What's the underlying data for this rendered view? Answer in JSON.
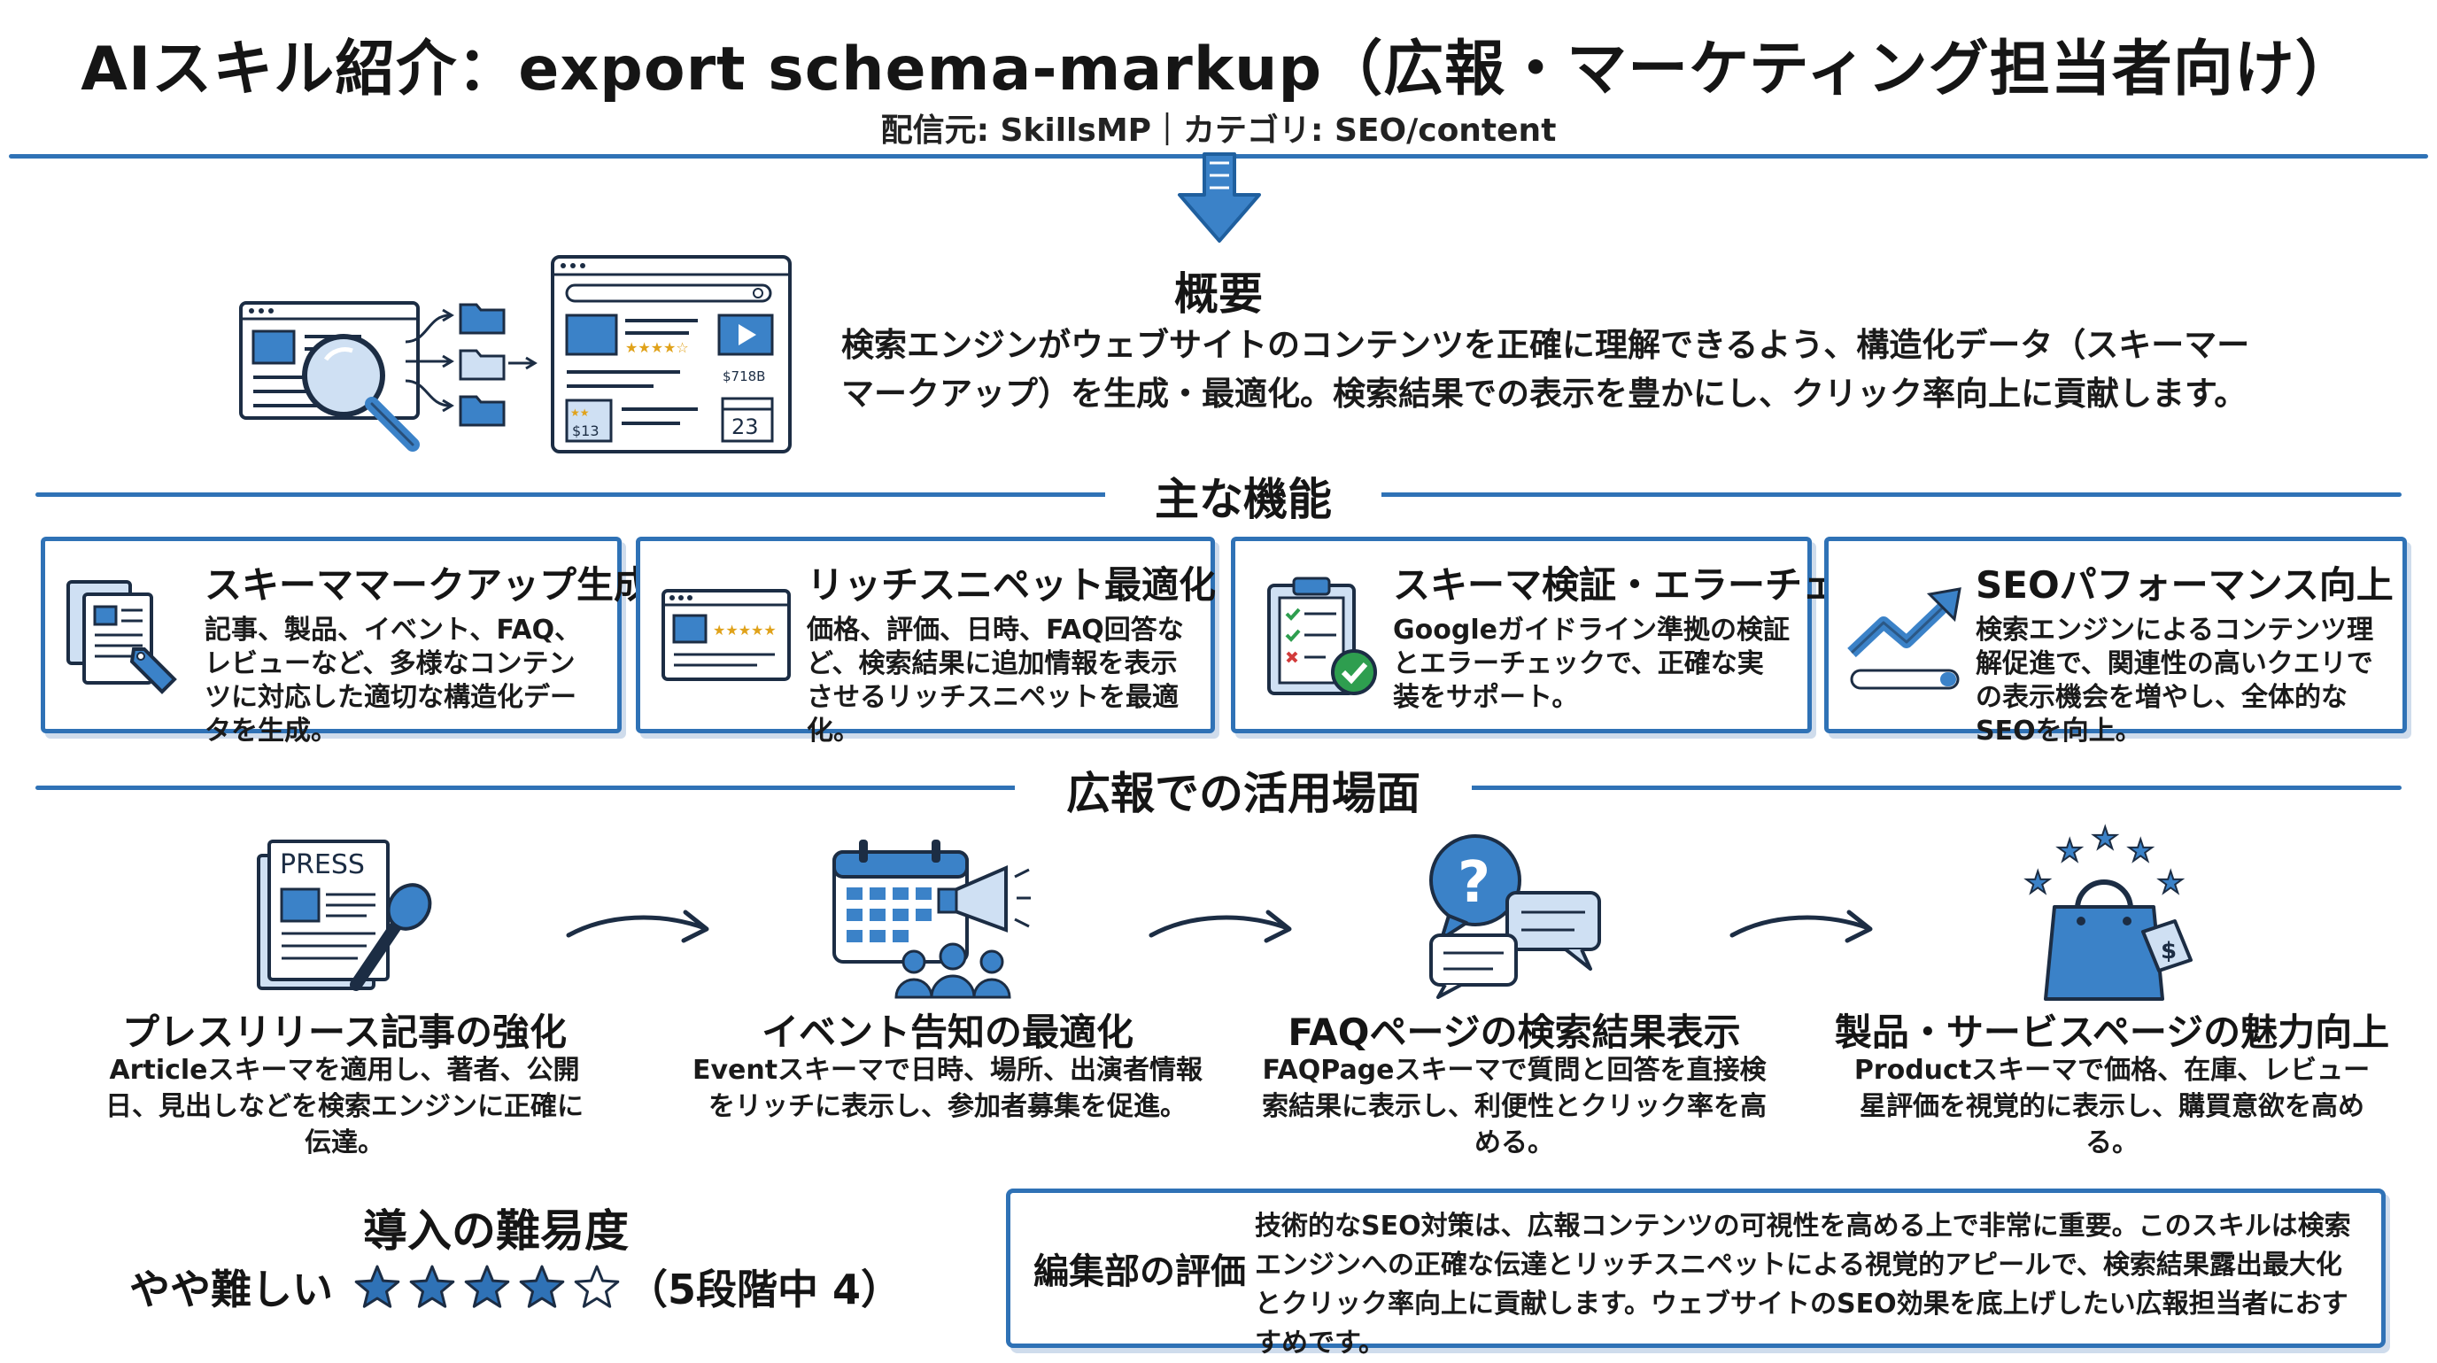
{
  "header": {
    "title": "AIスキル紹介：export schema-markup（広報・マーケティング担当者向け）",
    "subtitle": "配信元: SkillsMP｜カテゴリ: SEO/content"
  },
  "overview": {
    "heading": "概要",
    "text": "検索エンジンがウェブサイトのコンテンツを正確に理解できるよう、構造化データ（スキーマーマークアップ）を生成・最適化。検索結果での表示を豊かにし、クリック率向上に貢献します。",
    "illustration": {
      "price_label": "$718B",
      "price_tag": "$13",
      "calendar_day": "23"
    }
  },
  "features": {
    "heading": "主な機能",
    "items": [
      {
        "title": "スキーママークアップ生成",
        "desc": "記事、製品、イベント、FAQ、レビューなど、多様なコンテンツに対応した適切な構造化データを生成。",
        "icon": "documents-tag-icon"
      },
      {
        "title": "リッチスニペット最適化",
        "desc": "価格、評価、日時、FAQ回答など、検索結果に追加情報を表示させるリッチスニペットを最適化。",
        "icon": "browser-rating-icon"
      },
      {
        "title": "スキーマ検証・エラーチェック",
        "desc": "Googleガイドライン準拠の検証とエラーチェックで、正確な実装をサポート。",
        "icon": "clipboard-check-icon"
      },
      {
        "title": "SEOパフォーマンス向上",
        "desc": "検索エンジンによるコンテンツ理解促進で、関連性の高いクエリでの表示機会を増やし、全体的なSEOを向上。",
        "icon": "trend-up-icon"
      }
    ]
  },
  "usecases": {
    "heading": "広報での活用場面",
    "items": [
      {
        "title": "プレスリリース記事の強化",
        "desc": "Articleスキーマを適用し、著者、公開日、見出しなどを検索エンジンに正確に伝達。",
        "icon": "press-microphone-icon",
        "icon_text": "PRESS"
      },
      {
        "title": "イベント告知の最適化",
        "desc": "Eventスキーマで日時、場所、出演者情報をリッチに表示し、参加者募集を促進。",
        "icon": "calendar-megaphone-icon"
      },
      {
        "title": "FAQページの検索結果表示",
        "desc": "FAQPageスキーマで質問と回答を直接検索結果に表示し、利便性とクリック率を高める。",
        "icon": "question-chat-icon"
      },
      {
        "title": "製品・サービスページの魅力向上",
        "desc": "Productスキーマで価格、在庫、レビュー星評価を視覚的に表示し、購買意欲を高める。",
        "icon": "shopping-bag-stars-icon"
      }
    ]
  },
  "difficulty": {
    "heading": "導入の難易度",
    "level_text": "やや難しい",
    "scale_text": "（5段階中 4）",
    "rating": 4,
    "max": 5
  },
  "evaluation": {
    "label": "編集部の評価",
    "text": "技術的なSEO対策は、広報コンテンツの可視性を高める上で非常に重要。このスキルは検索エンジンへの正確な伝達とリッチスニペットによる視覚的アピールで、検索結果露出最大化とクリック率向上に貢献します。ウェブサイトのSEO効果を底上げしたい広報担当者におすすめです。"
  },
  "colors": {
    "accent": "#2f72b6",
    "icon_fill": "#3b82c8",
    "icon_light": "#cfe0f3",
    "star": "#2f72b6"
  }
}
